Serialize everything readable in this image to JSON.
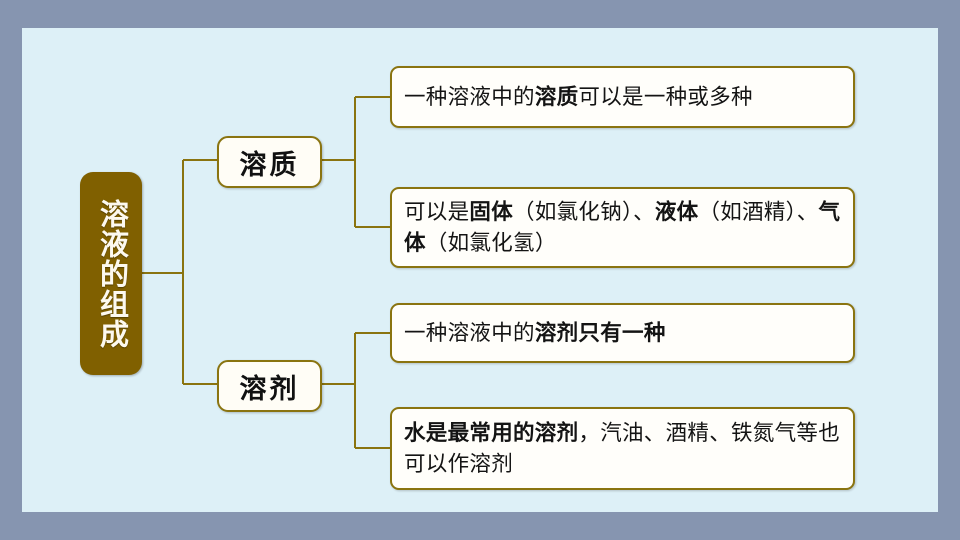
{
  "slide": {
    "background_color": "#8695b0",
    "panel_color": "#ddf0f7",
    "accent_color": "#806000",
    "line_color": "#8a7410"
  },
  "diagram": {
    "root": {
      "label": "溶液的组成"
    },
    "branches": [
      {
        "node_label": "溶质",
        "leaves": [
          {
            "id": "leaf-1",
            "segments": [
              {
                "text": "一种溶液中的",
                "bold": false
              },
              {
                "text": "溶质",
                "bold": true
              },
              {
                "text": "可以是一种或多种",
                "bold": false
              }
            ],
            "plain_text": "一种溶液中的溶质可以是一种或多种"
          },
          {
            "id": "leaf-2",
            "segments": [
              {
                "text": "可以是",
                "bold": false
              },
              {
                "text": "固体",
                "bold": true
              },
              {
                "text": "（如氯化钠）、",
                "bold": false
              },
              {
                "text": "液体",
                "bold": true
              },
              {
                "text": "（如酒精）、",
                "bold": false
              },
              {
                "text": "气体",
                "bold": true
              },
              {
                "text": "（如氯化氢）",
                "bold": false
              }
            ],
            "plain_text": "可以是固体（如氯化钠）、液体（如酒精）、气体（如氯化氢）"
          }
        ]
      },
      {
        "node_label": "溶剂",
        "leaves": [
          {
            "id": "leaf-3",
            "segments": [
              {
                "text": "一种溶液中的",
                "bold": false
              },
              {
                "text": "溶剂只有一种",
                "bold": true
              }
            ],
            "plain_text": "一种溶液中的溶剂只有一种"
          },
          {
            "id": "leaf-4",
            "segments": [
              {
                "text": "水是最常用的溶剂",
                "bold": true
              },
              {
                "text": "，汽油、酒精、铁氮气等也可以作溶剂",
                "bold": false
              }
            ],
            "plain_text": "水是最常用的溶剂，汽油、酒精、铁氮气等也可以作溶剂"
          }
        ]
      }
    ]
  }
}
